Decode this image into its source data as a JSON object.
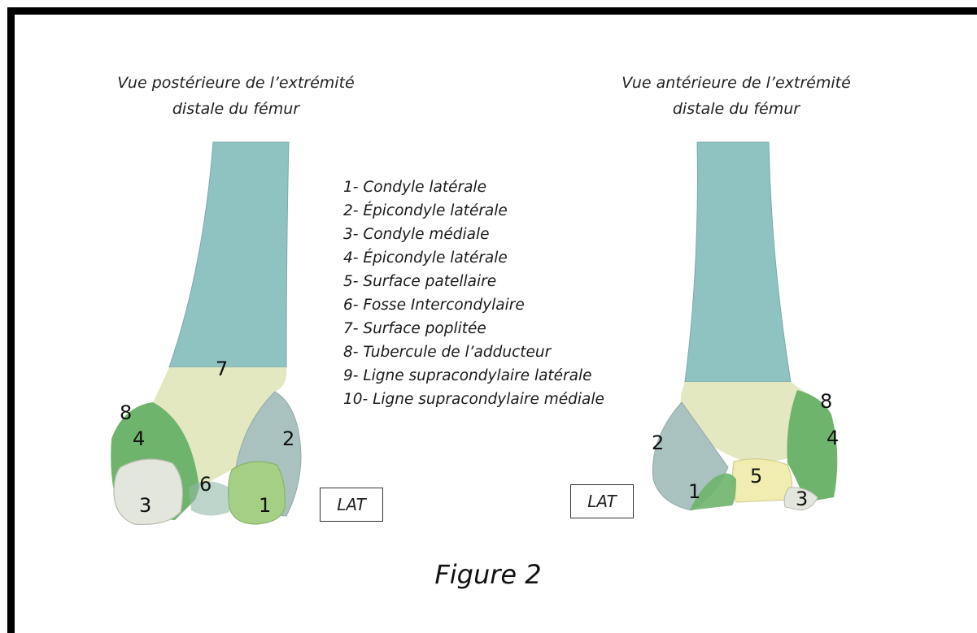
{
  "titles": {
    "left": [
      "Vue postérieure de l’extrémité",
      "distale du fémur"
    ],
    "right": [
      "Vue antérieure de l’extrémité",
      "distale du fémur"
    ]
  },
  "legend": [
    "1- Condyle latérale",
    "2- Épicondyle latérale",
    "3- Condyle médiale",
    "4- Épicondyle latérale",
    "5- Surface patellaire",
    "6- Fosse Intercondylaire",
    "7- Surface poplitée",
    "8- Tubercule de l’adducteur",
    "9- Ligne supracondylaire latérale",
    "10- Ligne supracondylaire médiale"
  ],
  "labels": {
    "posterior": {
      "n1": "1",
      "n2": "2",
      "n3": "3",
      "n4": "4",
      "n6": "6",
      "n7": "7",
      "n8": "8"
    },
    "anterior": {
      "n1": "1",
      "n2": "2",
      "n3": "3",
      "n4": "4",
      "n5": "5",
      "n8": "8"
    }
  },
  "lat_label": "LAT",
  "figure_caption": "Figure 2",
  "colors": {
    "shaft": "#8fc3c2",
    "popliteal": "#e3e8c1",
    "epicondyle_lateral": "#a9c2bf",
    "medial_green": "#6fb46c",
    "condyle_lateral": "#a6cf86",
    "condyle_medial": "#e3e6dc",
    "patellar": "#f1ecb0"
  }
}
